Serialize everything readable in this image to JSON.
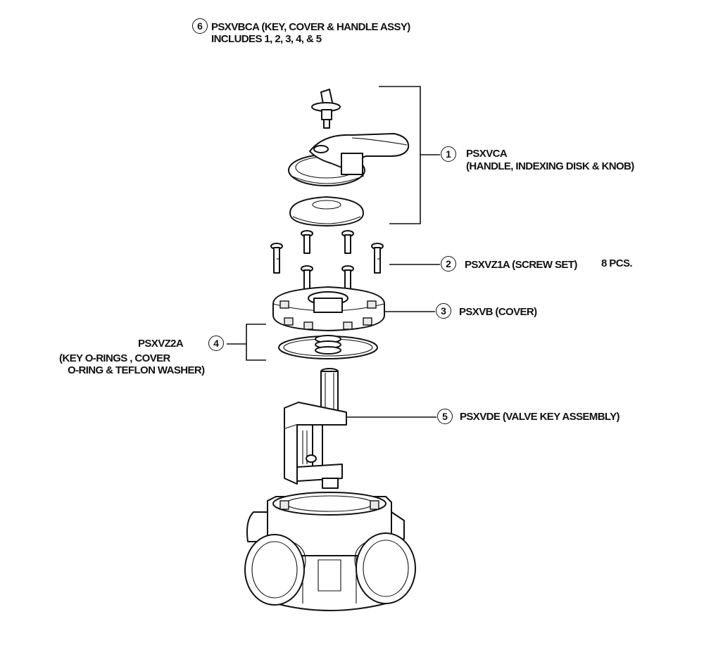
{
  "assembly": {
    "num": "6",
    "line1": "PSXVBCA (KEY, COVER & HANDLE ASSY)",
    "line2": "INCLUDES 1, 2, 3, 4, & 5"
  },
  "parts": [
    {
      "num": "1",
      "code": "PSXVCA",
      "desc": "(HANDLE, INDEXING DISK & KNOB)"
    },
    {
      "num": "2",
      "code": "PSXVZ1A (SCREW SET)",
      "qty": "8 PCS."
    },
    {
      "num": "3",
      "code": "PSXVB (COVER)"
    },
    {
      "num": "4",
      "code": "PSXVZ2A",
      "desc1": "(KEY O-RINGS , COVER",
      "desc2": "O-RING & TEFLON WASHER)"
    },
    {
      "num": "5",
      "code": "PSXVDE (VALVE KEY ASSEMBLY)"
    }
  ]
}
